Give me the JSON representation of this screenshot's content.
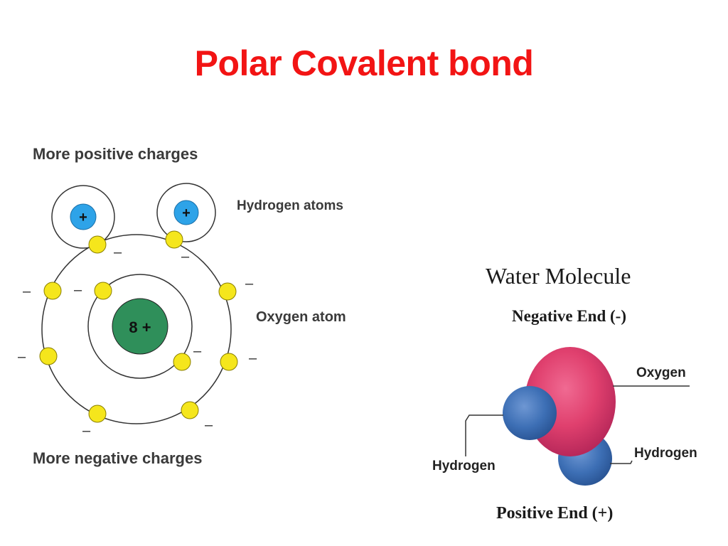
{
  "slide": {
    "title": "Polar Covalent bond"
  },
  "atom_diagram": {
    "top_label": "More  positive charges",
    "hydrogen_label": "Hydrogen atoms",
    "oxygen_label": "Oxygen atom",
    "bottom_label": "More negative charges",
    "nucleus_label": "8 +",
    "proton_symbol": "+",
    "electron_charge_symbol": "–",
    "colors": {
      "electron": "#f5e61c",
      "proton": "#2ea3e8",
      "nucleus": "#2f8f5a"
    }
  },
  "water_molecule": {
    "title": "Water Molecule",
    "negative_end": "Negative End (-)",
    "positive_end": "Positive End (+)",
    "oxygen_label": "Oxygen",
    "hydrogen_right_label": "Hydrogen",
    "hydrogen_left_label": "Hydrogen",
    "colors": {
      "oxygen": "#e0406e",
      "hydrogen": "#3d6fb5"
    }
  }
}
